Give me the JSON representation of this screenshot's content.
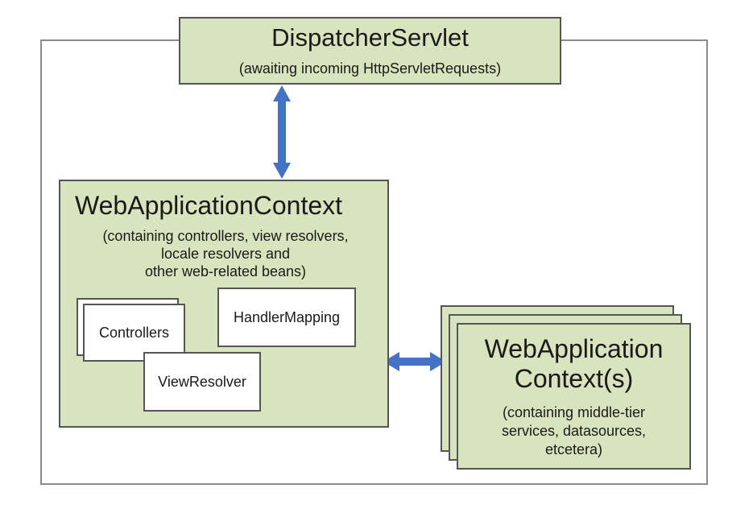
{
  "dispatcher": {
    "title": "DispatcherServlet",
    "subtitle": "(awaiting incoming HttpServletRequests)"
  },
  "web_app_context": {
    "title": "WebApplicationContext",
    "description_lines": [
      "(containing controllers, view resolvers,",
      "locale resolvers and",
      "other web-related beans)"
    ],
    "components": {
      "controllers": "Controllers",
      "handler_mapping": "HandlerMapping",
      "view_resolver": "ViewResolver"
    }
  },
  "root_contexts": {
    "title_lines": [
      "WebApplication",
      "Context(s)"
    ],
    "description_lines": [
      "(containing middle-tier",
      "services, datasources,",
      "etcetera)"
    ]
  },
  "colors": {
    "box_fill": "#d7e4bd",
    "arrow": "#4472c4",
    "border": "#555555",
    "frame": "#8c8c8c"
  }
}
